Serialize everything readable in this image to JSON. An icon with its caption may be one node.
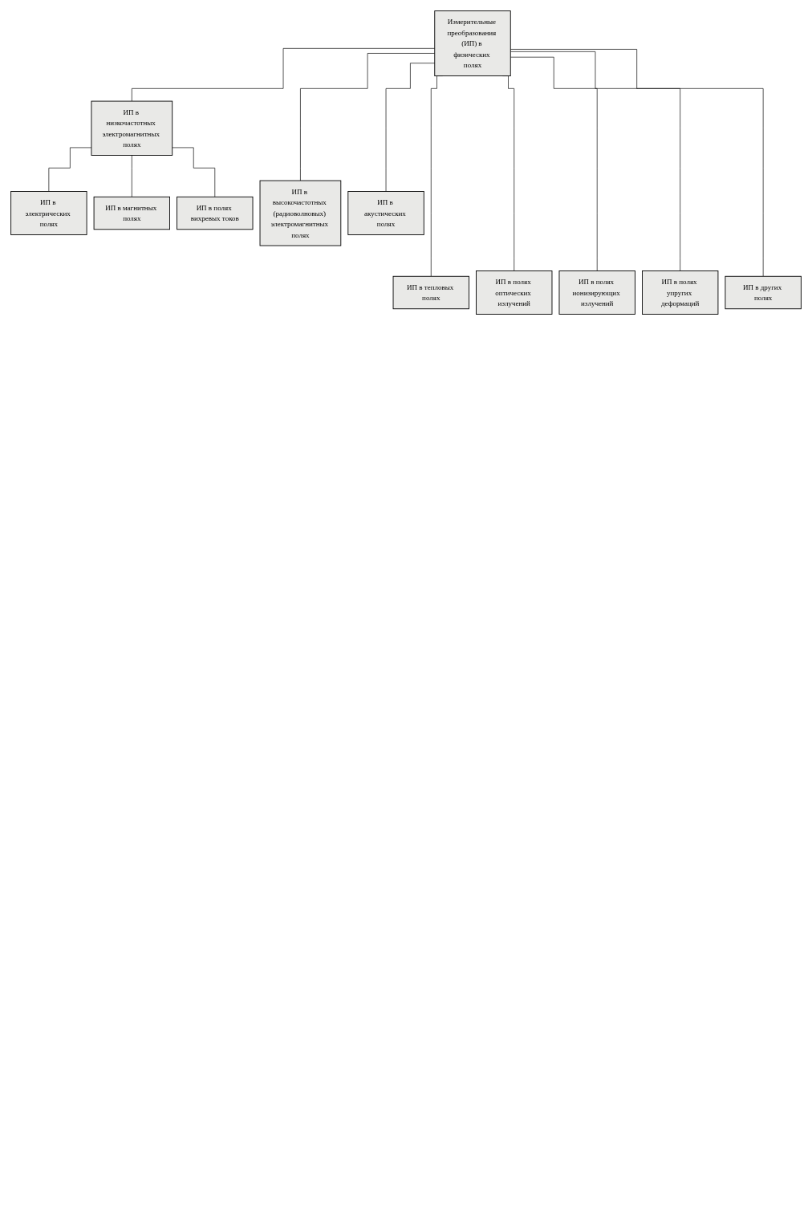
{
  "diagram": {
    "nodes": [
      {
        "text": [
          "Измерительные преобразования (ИП) в физических полях"
        ]
      },
      {
        "text": [
          "ИП в низкочастотных электромагнитных полях"
        ]
      },
      {
        "text": [
          "ИП в электрических полях"
        ]
      },
      {
        "text": [
          "ИП в магнитных полях"
        ]
      },
      {
        "text": [
          "ИП в полях вихревых токов"
        ]
      },
      {
        "text": [
          "ИП в высокочастотных (радиоволновых) электромагнитных полях"
        ]
      },
      {
        "text": [
          "ИП в акустических полях"
        ]
      },
      {
        "text": [
          "ИП в тепловых полях"
        ]
      },
      {
        "text": [
          "ИП в полях оптических излучений"
        ]
      },
      {
        "text": [
          "ИП в полях ионизирующих излучений"
        ]
      },
      {
        "text": [
          "ИП в полях упругих деформаций"
        ]
      },
      {
        "text": [
          "ИП в других полях"
        ]
      }
    ],
    "edges": [
      {
        "from": 0,
        "to": 1,
        "arrow": "none"
      },
      {
        "from": 0,
        "to": 5,
        "arrow": "none"
      },
      {
        "from": 0,
        "to": 6,
        "arrow": "none"
      },
      {
        "from": 1,
        "to": 2,
        "arrow": "none"
      },
      {
        "from": 1,
        "to": 3,
        "arrow": "none"
      },
      {
        "from": 1,
        "to": 4,
        "arrow": "none"
      },
      {
        "from": 0,
        "to": 7,
        "arrow": "none"
      },
      {
        "from": 0,
        "to": 8,
        "arrow": "none"
      },
      {
        "from": 0,
        "to": 9,
        "arrow": "none"
      },
      {
        "from": 0,
        "to": 10,
        "arrow": "none"
      },
      {
        "from": 0,
        "to": 11,
        "arrow": "none"
      }
    ]
  }
}
